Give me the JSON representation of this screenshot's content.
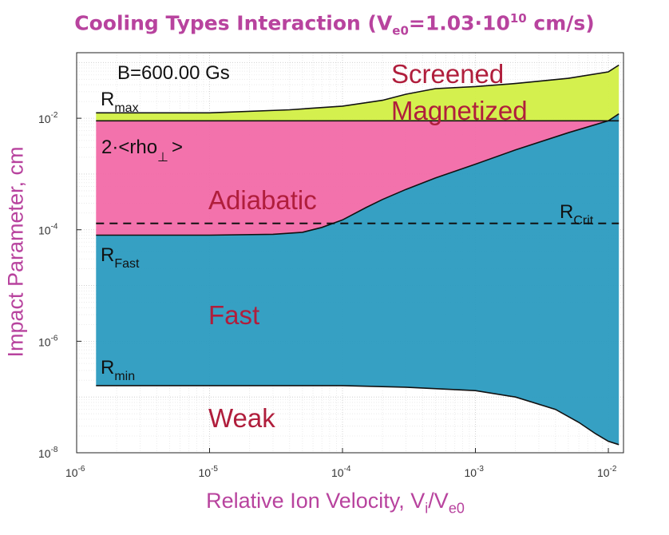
{
  "chart_data": {
    "type": "area",
    "title_main": "Cooling Types Interaction (V",
    "title_sub": "e0",
    "title_eq": "=1.03·10",
    "title_sup": "10",
    "title_unit": " cm/s)",
    "xlabel_main": "Relative Ion Velocity, V",
    "xlabel_sub1": "i",
    "xlabel_mid": "/V",
    "xlabel_sub2": "e0",
    "ylabel": "Impact Parameter, cm",
    "x_scale": "log",
    "y_scale": "log",
    "xlim": [
      1e-06,
      0.013
    ],
    "ylim": [
      1e-08,
      0.15
    ],
    "grid": true,
    "x_ticks": [
      {
        "base": "10",
        "exp": "-6",
        "value": 1e-06
      },
      {
        "base": "10",
        "exp": "-5",
        "value": 1e-05
      },
      {
        "base": "10",
        "exp": "-4",
        "value": 0.0001
      },
      {
        "base": "10",
        "exp": "-3",
        "value": 0.001
      },
      {
        "base": "10",
        "exp": "-2",
        "value": 0.01
      }
    ],
    "y_ticks": [
      {
        "base": "10",
        "exp": "-8",
        "value": 1e-08
      },
      {
        "base": "10",
        "exp": "-6",
        "value": 1e-06
      },
      {
        "base": "10",
        "exp": "-4",
        "value": 0.0001
      },
      {
        "base": "10",
        "exp": "-2",
        "value": 0.01
      }
    ],
    "magnetic_field": "B=600.00 Gs",
    "series": [
      {
        "name": "R_max",
        "x": [
          1.4e-06,
          1e-05,
          4e-05,
          0.0001,
          0.0002,
          0.0003,
          0.0005,
          0.001,
          0.002,
          0.005,
          0.01,
          0.012
        ],
        "y": [
          0.0125,
          0.0125,
          0.0142,
          0.0165,
          0.021,
          0.027,
          0.034,
          0.037,
          0.042,
          0.052,
          0.068,
          0.09
        ]
      },
      {
        "name": "2·<rho_⊥>",
        "x": [
          1.4e-06,
          0.012
        ],
        "y": [
          0.009,
          0.009
        ]
      },
      {
        "name": "R_Fast",
        "x": [
          1.4e-06,
          1e-05,
          3e-05,
          5e-05,
          7e-05,
          0.0001,
          0.00015,
          0.0002,
          0.0003,
          0.0005,
          0.001,
          0.002,
          0.005,
          0.01,
          0.012
        ],
        "y": [
          8e-05,
          8e-05,
          8.3e-05,
          9e-05,
          0.00011,
          0.00015,
          0.00025,
          0.00035,
          0.00053,
          0.00085,
          0.0015,
          0.0027,
          0.0055,
          0.009,
          0.012
        ]
      },
      {
        "name": "R_Crit",
        "x": [
          1.4e-06,
          0.012
        ],
        "y": [
          0.00013,
          0.00013
        ]
      },
      {
        "name": "R_min",
        "x": [
          1.4e-06,
          1e-05,
          0.0001,
          0.0003,
          0.001,
          0.002,
          0.004,
          0.006,
          0.008,
          0.01,
          0.012
        ],
        "y": [
          1.6e-07,
          1.6e-07,
          1.6e-07,
          1.5e-07,
          1.3e-07,
          1e-07,
          6e-08,
          3.5e-08,
          2.2e-08,
          1.6e-08,
          1.4e-08
        ]
      }
    ],
    "region_labels": [
      "Screened",
      "Magnetized",
      "Adiabatic",
      "Fast",
      "Weak"
    ],
    "curve_labels": {
      "rmax_main": "R",
      "rmax_sub": "max",
      "rho_main": "2·<rho",
      "rho_sub": "⊥",
      "rho_end": ">",
      "rcrit_main": "R",
      "rcrit_sub": "Crit",
      "rfast_main": "R",
      "rfast_sub": "Fast",
      "rmin_main": "R",
      "rmin_sub": "min"
    },
    "colors": {
      "magnetized": "#d2ef44",
      "adiabatic": "#f26aa8",
      "fast": "#2b9bc0",
      "region_text": "#b01e3c",
      "title": "#b8439e"
    }
  }
}
